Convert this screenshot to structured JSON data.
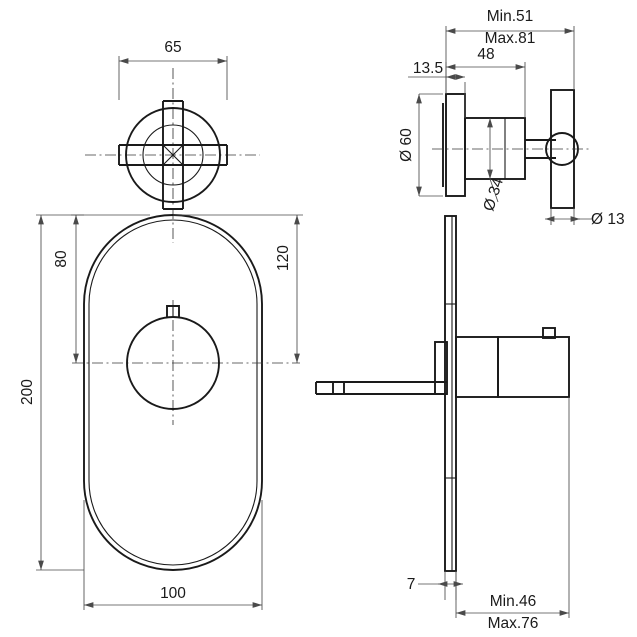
{
  "drawing": {
    "title": "Concealed shower mixer valve technical drawing",
    "units": "mm",
    "views": [
      {
        "id": "handle-front-view",
        "name": "Cross handle front view"
      },
      {
        "id": "plate-front-view",
        "name": "Oval escutcheon plate front view"
      },
      {
        "id": "handle-side-view",
        "name": "Cross handle side elevation"
      },
      {
        "id": "valve-side-view",
        "name": "Valve body side elevation"
      }
    ],
    "dimensions": {
      "handle_width": "65",
      "plate_height": "200",
      "plate_width": "100",
      "center_to_top": "80",
      "center_to_bottom": "120",
      "projection_min": "Min.51",
      "projection_max": "Max.81",
      "body_projection": "48",
      "plate_thickness_side": "13.5",
      "plate_diameter": "Ø 60",
      "body_diameter": "Ø 34",
      "handle_bar_diameter": "Ø 13",
      "plate_thickness_oval": "7",
      "install_depth_min": "Min.46",
      "install_depth_max": "Max.76"
    },
    "colors": {
      "object_line": "#1a1a1a",
      "dimension_line": "#4a4a4a",
      "background": "#ffffff"
    }
  }
}
